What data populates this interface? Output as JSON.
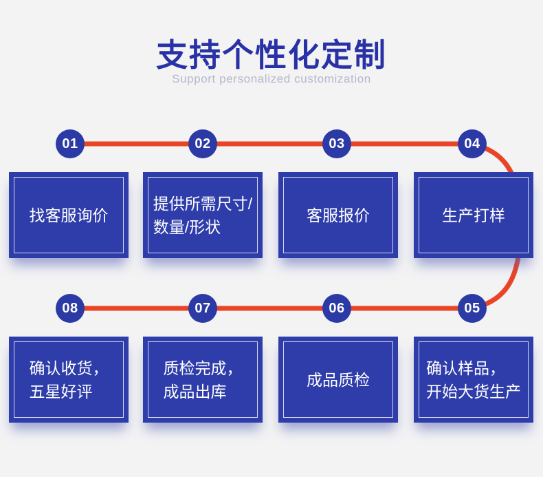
{
  "header": {
    "title": "支持个性化定制",
    "subtitle": "Support personalized customization"
  },
  "colors": {
    "primary_blue": "#2c3aa6",
    "box_blue": "#2e3daa",
    "accent_red": "#e94425",
    "title_blue": "#2832a6",
    "subtitle_gray": "#b5b8cb",
    "bg": "#f3f3f4"
  },
  "steps": [
    {
      "number": "01",
      "label": "找客服询价"
    },
    {
      "number": "02",
      "label": "提供所需尺寸/\n数量/形状"
    },
    {
      "number": "03",
      "label": "客服报价"
    },
    {
      "number": "04",
      "label": "生产打样"
    },
    {
      "number": "05",
      "label": "确认样品，\n开始大货生产"
    },
    {
      "number": "06",
      "label": "成品质检"
    },
    {
      "number": "07",
      "label": "质检完成，\n成品出库"
    },
    {
      "number": "08",
      "label": "确认收货，\n五星好评"
    }
  ]
}
